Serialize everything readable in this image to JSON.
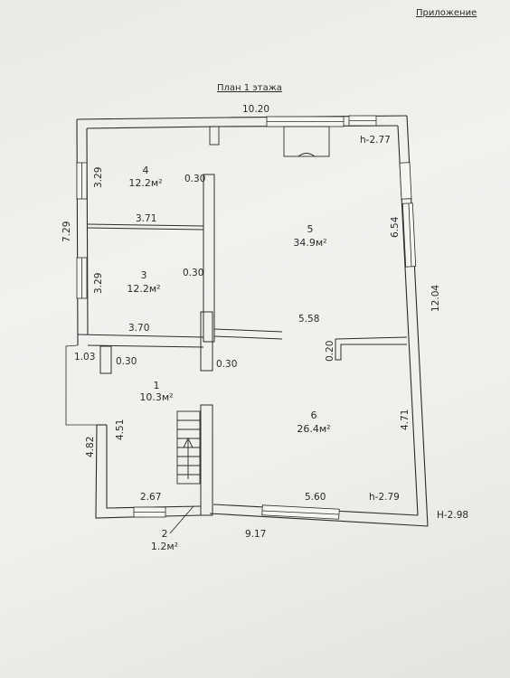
{
  "appendix_label": "Приложение",
  "plan_title": "План 1 этажа",
  "overall": {
    "top_width": "10.20",
    "right_height": "12.04",
    "left_height": "7.29",
    "bottom_width": "9.17",
    "corner_mark": "H-2.98"
  },
  "levels": {
    "top_right": "h-2.77",
    "bottom_right": "h-2.79"
  },
  "rooms": [
    {
      "number": "4",
      "area": "12.2м²"
    },
    {
      "number": "3",
      "area": "12.2м²"
    },
    {
      "number": "5",
      "area": "34.9м²"
    },
    {
      "number": "1",
      "area": "10.3м²"
    },
    {
      "number": "6",
      "area": "26.4м²"
    },
    {
      "number": "2",
      "area": "1.2м²"
    }
  ],
  "dims": {
    "r4_height": "3.29",
    "r3_height": "3.29",
    "r4_partition_thick": "0.30",
    "r3_partition_thick": "0.30",
    "r4_width": "3.71",
    "r3_width": "3.70",
    "porch": "1.03",
    "hall_wall_left": "0.30",
    "hall_wall_right": "0.30",
    "r5_height": "6.54",
    "center_width": "5.58",
    "r6_partition": "0.20",
    "r6_height": "4.71",
    "left_lower": "4.82",
    "r1_height": "4.51",
    "r1_width": "2.67",
    "r6_width": "5.60"
  }
}
